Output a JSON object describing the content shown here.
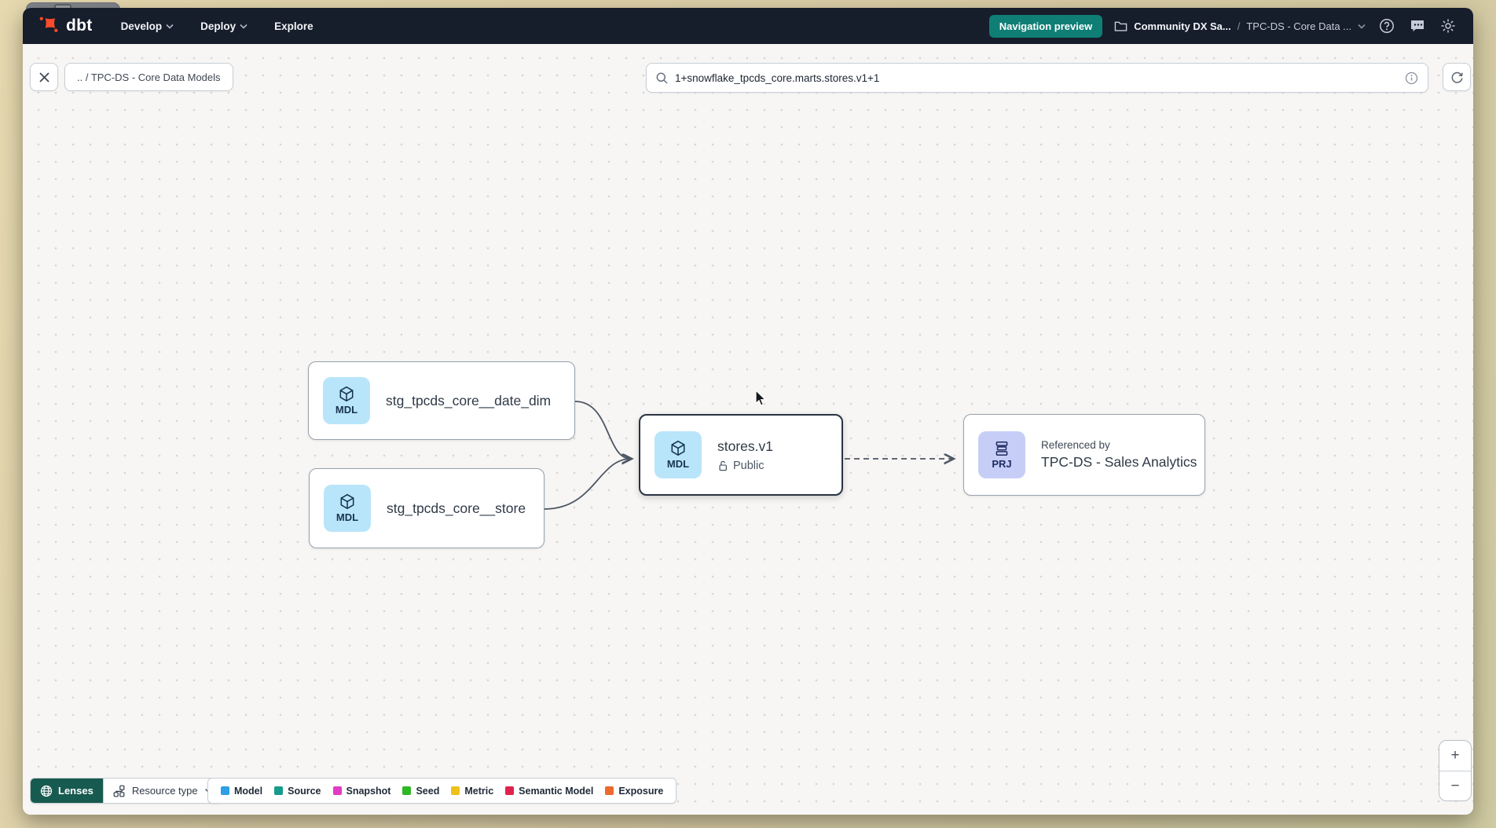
{
  "navbar": {
    "logo": "dbt",
    "menu": [
      {
        "label": "Develop"
      },
      {
        "label": "Deploy"
      },
      {
        "label": "Explore"
      }
    ],
    "preview_badge": "Navigation preview",
    "breadcrumb": {
      "account": "Community DX Sa...",
      "separator": "/",
      "project": "TPC-DS - Core Data ..."
    }
  },
  "toolbar": {
    "breadcrumb": ".. / TPC-DS - Core Data Models",
    "search": {
      "value": "1+snowflake_tpcds_core.marts.stores.v1+1"
    }
  },
  "graph": {
    "nodes": [
      {
        "badge": "MDL",
        "label": "stg_tpcds_core__date_dim"
      },
      {
        "badge": "MDL",
        "label": "stg_tpcds_core__store"
      },
      {
        "badge": "MDL",
        "label": "stores.v1",
        "access": "Public"
      },
      {
        "badge": "PRJ",
        "sublabel": "Referenced by",
        "label": "TPC-DS - Sales Analytics"
      }
    ]
  },
  "footer": {
    "lenses_label": "Lenses",
    "resource_type_label": "Resource type",
    "legend": [
      {
        "label": "Model",
        "color": "#2d9fe4"
      },
      {
        "label": "Source",
        "color": "#169b8d"
      },
      {
        "label": "Snapshot",
        "color": "#e23cc2"
      },
      {
        "label": "Seed",
        "color": "#2eb825"
      },
      {
        "label": "Metric",
        "color": "#eec117"
      },
      {
        "label": "Semantic Model",
        "color": "#e0234e"
      },
      {
        "label": "Exposure",
        "color": "#ed6a2f"
      }
    ]
  },
  "zoom_controls": {
    "zoom_in": "+",
    "zoom_out": "−"
  },
  "colors": {
    "preview_badge_bg": "#0f7e75",
    "lenses_bg": "#175a50",
    "mdl_badge_bg": "#b9e5fa",
    "prj_badge_bg": "#c6cef8",
    "logo_orange": "#ff4c2a"
  }
}
